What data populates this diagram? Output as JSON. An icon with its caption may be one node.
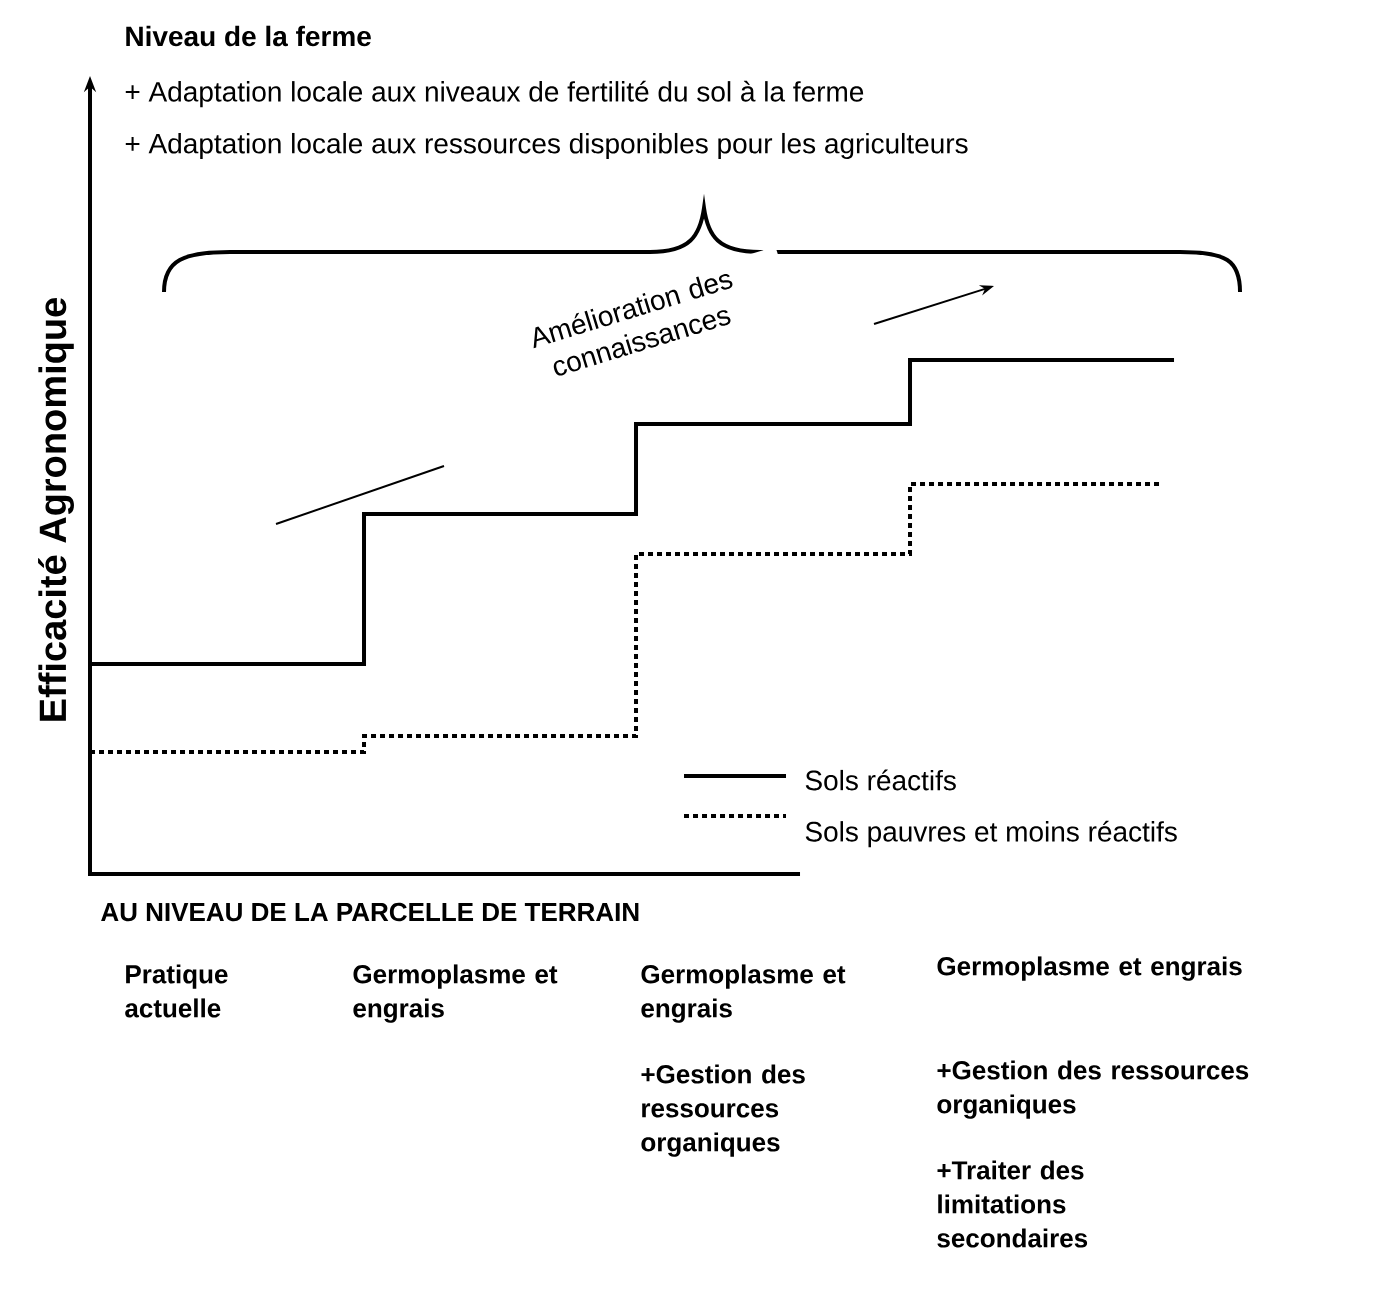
{
  "diagram": {
    "title": "Niveau de la ferme",
    "labels": [
      "+ Adaptation locale aux niveaux de fertilité du sol à la ferme",
      "+ Adaptation locale aux ressources disponibles pour les agriculteurs",
      "Amélioration des connaissances",
      "Efficacité Agronomique",
      "AU NIVEAU DE LA PARCELLE DE TERRAIN",
      "Pratique actuelle",
      "Germoplasme et engrais",
      "Germoplasme et engrais",
      "+Gestion des ressources organiques",
      "Germoplasme et engrais",
      "+Gestion des ressources organiques",
      "+Traiter des limitations secondaires"
    ],
    "legend": [
      {
        "text": "Sols réactifs"
      },
      {
        "text": "Sols pauvres et moins réactifs"
      }
    ]
  }
}
